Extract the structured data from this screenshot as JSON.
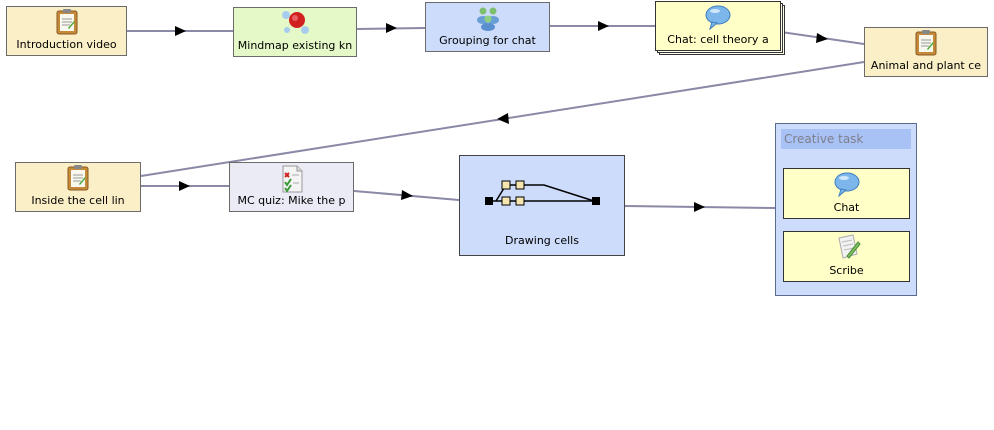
{
  "activities": {
    "intro": {
      "label": "Introduction video",
      "icon": "clipboard-document-icon"
    },
    "mindmap": {
      "label": "Mindmap existing kn",
      "icon": "mindmap-icon"
    },
    "grouping": {
      "label": "Grouping for chat",
      "icon": "people-group-icon"
    },
    "chat_theory": {
      "label": "Chat: cell theory a",
      "icon": "speech-bubble-icon"
    },
    "animal_plant": {
      "label": "Animal and plant ce",
      "icon": "clipboard-document-icon"
    },
    "inside_cell": {
      "label": "Inside the cell lin",
      "icon": "clipboard-document-icon"
    },
    "mc_quiz": {
      "label": "MC quiz: Mike the p",
      "icon": "quiz-checklist-icon"
    },
    "drawing": {
      "label": "Drawing cells",
      "icon": "branching-diagram-icon"
    }
  },
  "group": {
    "title": "Creative task",
    "items": [
      {
        "label": "Chat",
        "icon": "speech-bubble-icon"
      },
      {
        "label": "Scribe",
        "icon": "scribe-document-icon"
      }
    ]
  },
  "colors": {
    "connector": "#8a89a6",
    "arrowhead": "#000000",
    "yellow_fill": "#fbefc8",
    "green_fill": "#e5f8c7",
    "blue_fill": "#cddcfb",
    "lavender_fill": "#ebebf6",
    "lemon_fill": "#ffffc7"
  }
}
